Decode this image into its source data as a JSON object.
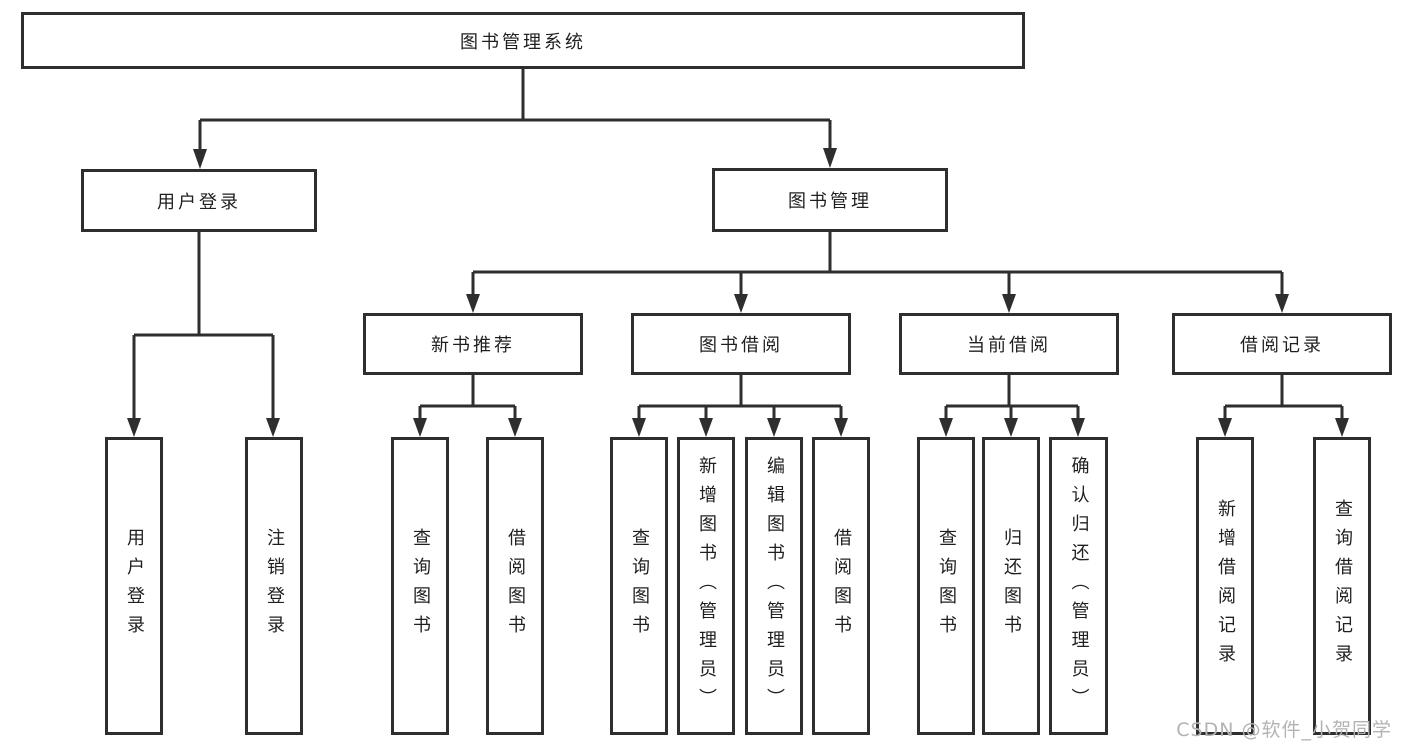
{
  "diagram": {
    "title": "图书管理系统",
    "branches": [
      {
        "label": "用户登录",
        "children": [
          {
            "label": "用户登录"
          },
          {
            "label": "注销登录"
          }
        ]
      },
      {
        "label": "图书管理",
        "groups": [
          {
            "label": "新书推荐",
            "children": [
              {
                "label": "查询图书"
              },
              {
                "label": "借阅图书"
              }
            ]
          },
          {
            "label": "图书借阅",
            "children": [
              {
                "label": "查询图书"
              },
              {
                "label": "新增图书（管理员）"
              },
              {
                "label": "编辑图书（管理员）"
              },
              {
                "label": "借阅图书"
              }
            ]
          },
          {
            "label": "当前借阅",
            "children": [
              {
                "label": "查询图书"
              },
              {
                "label": "归还图书"
              },
              {
                "label": "确认归还（管理员）"
              }
            ]
          },
          {
            "label": "借阅记录",
            "children": [
              {
                "label": "新增借阅记录"
              },
              {
                "label": "查询借阅记录"
              }
            ]
          }
        ]
      }
    ]
  },
  "watermark": "CSDN @软件_小贺同学",
  "colors": {
    "line": "#2e2e2e",
    "text": "#1f1f1f",
    "watermark": "#b3b3b3",
    "background": "#ffffff"
  }
}
